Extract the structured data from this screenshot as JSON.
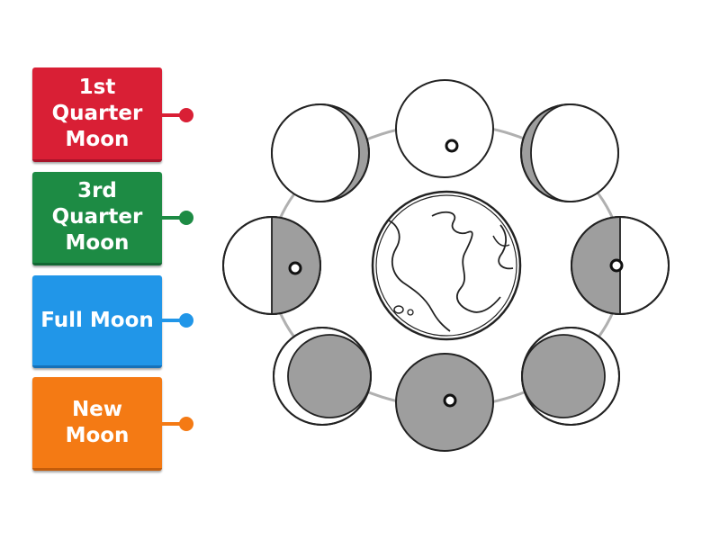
{
  "labels": [
    {
      "id": "first-quarter",
      "text": "1st\nQuarter\nMoon",
      "color": "#d91f35"
    },
    {
      "id": "third-quarter",
      "text": "3rd\nQuarter\nMoon",
      "color": "#1d8b44"
    },
    {
      "id": "full-moon",
      "text": "Full Moon",
      "color": "#2196e8"
    },
    {
      "id": "new-moon",
      "text": "New\nMoon",
      "color": "#f47a14"
    }
  ],
  "diagram": {
    "center_icon": "earth-icon",
    "phase_icons": [
      "moon-phase-icon"
    ]
  }
}
